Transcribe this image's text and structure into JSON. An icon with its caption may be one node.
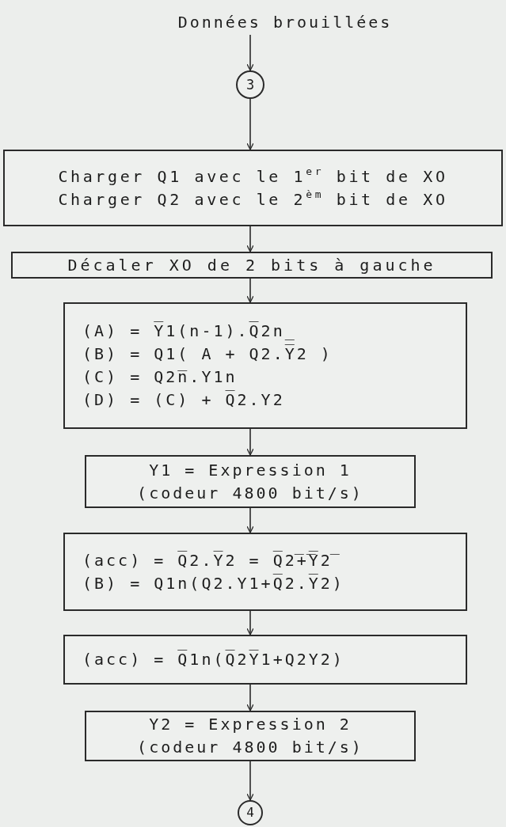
{
  "diagram": {
    "nodes": [
      {
        "text": [
          "Données brouillées"
        ]
      },
      {
        "text": [
          "3"
        ]
      },
      {
        "text": [
          "Charger Q1 avec le 1$^{er}$ bit de XO",
          "Charger Q2 avec le 2$^{èm}$ bit de XO"
        ]
      },
      {
        "text": [
          "Décaler XO de 2 bits à gauche"
        ]
      },
      {
        "text": [
          "(A) = Y̅1(n-1).Q̅2n_",
          "(B) = Q1( A + Q2.Y̅2 )",
          "(C) = Q2n̅.Y1n",
          "(D) = (C) + Q̅2.Y2"
        ]
      },
      {
        "text": [
          "Y1 = Expression 1",
          "(codeur 4800 bit/s)"
        ]
      },
      {
        "text": [
          "(acc) = Q̅2.Y̅2 = Q̅2̅+̅Y̅2̅",
          "(B) = Q1n(Q2.Y1+Q̅2.Y̅2)"
        ]
      },
      {
        "text": [
          "(acc) = Q̅1n(Q̅2Y̅1+Q2Y2)"
        ]
      },
      {
        "text": [
          "Y2 = Expression 2",
          "(codeur 4800 bit/s)"
        ]
      },
      {
        "text": [
          "4"
        ]
      }
    ],
    "edges": [
      {
        "from": 0,
        "to": 1,
        "arrow": "to"
      },
      {
        "from": 1,
        "to": 2,
        "arrow": "to"
      },
      {
        "from": 2,
        "to": 3,
        "arrow": "to"
      },
      {
        "from": 3,
        "to": 4,
        "arrow": "to"
      },
      {
        "from": 4,
        "to": 5,
        "arrow": "to"
      },
      {
        "from": 5,
        "to": 6,
        "arrow": "to"
      },
      {
        "from": 6,
        "to": 7,
        "arrow": "to"
      },
      {
        "from": 7,
        "to": 8,
        "arrow": "to"
      },
      {
        "from": 8,
        "to": 9,
        "arrow": "to"
      }
    ]
  }
}
